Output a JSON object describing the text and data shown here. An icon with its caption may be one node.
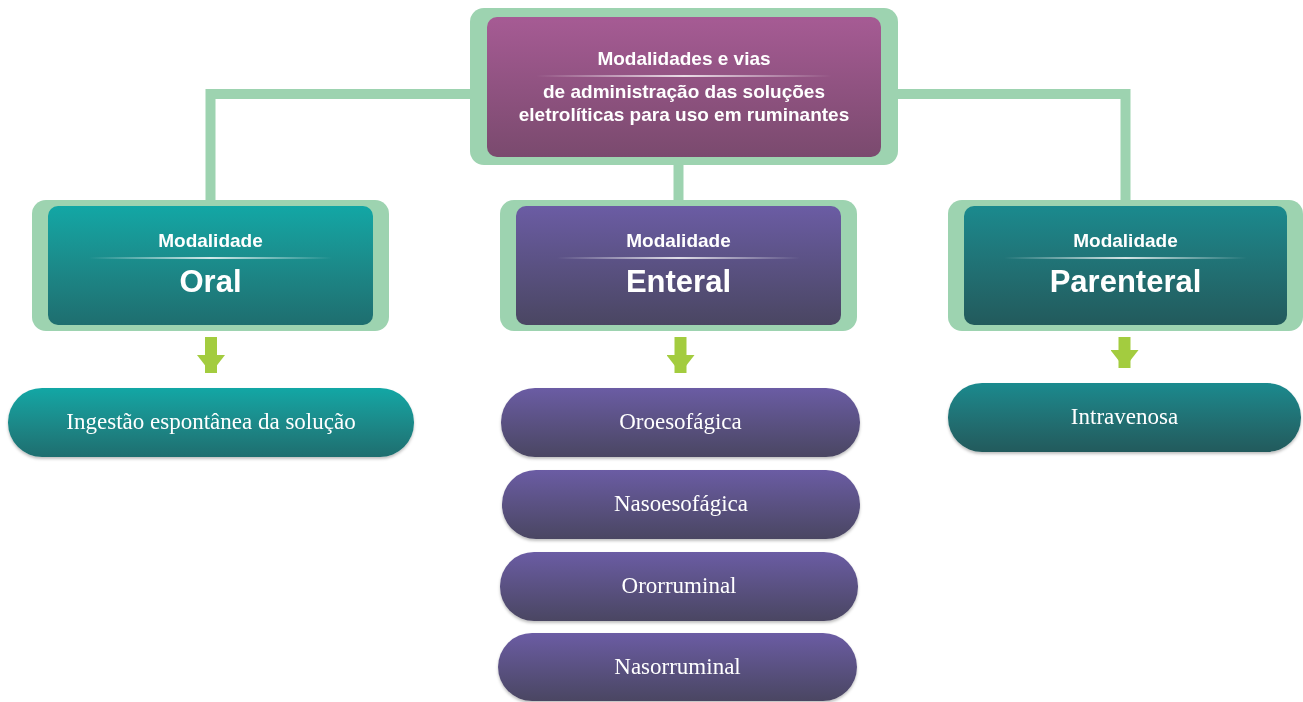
{
  "diagram": {
    "nodes": [
      {
        "text": [
          "Modalidades e vias",
          "de administração das soluções eletrolíticas para uso em ruminantes"
        ]
      },
      {
        "text": [
          "Modalidade",
          "Oral"
        ]
      },
      {
        "text": [
          "Modalidade",
          "Enteral"
        ]
      },
      {
        "text": [
          "Modalidade",
          "Parenteral"
        ]
      },
      {
        "text": [
          "Ingestão espontânea da solução"
        ]
      },
      {
        "text": [
          "Oroesofágica"
        ]
      },
      {
        "text": [
          "Nasoesofágica"
        ]
      },
      {
        "text": [
          "Ororruminal"
        ]
      },
      {
        "text": [
          "Nasorruminal"
        ]
      },
      {
        "text": [
          "Intravenosa"
        ]
      }
    ],
    "edges": [
      {
        "from": 0,
        "to": 1,
        "arrow": "none"
      },
      {
        "from": 0,
        "to": 2,
        "arrow": "none"
      },
      {
        "from": 0,
        "to": 3,
        "arrow": "none"
      },
      {
        "from": 1,
        "to": 4,
        "arrow": "to",
        "color": "#a3cc3f"
      },
      {
        "from": 2,
        "to": 5,
        "arrow": "to",
        "color": "#a3cc3f"
      },
      {
        "from": 3,
        "to": 9,
        "arrow": "to",
        "color": "#a3cc3f"
      }
    ]
  }
}
